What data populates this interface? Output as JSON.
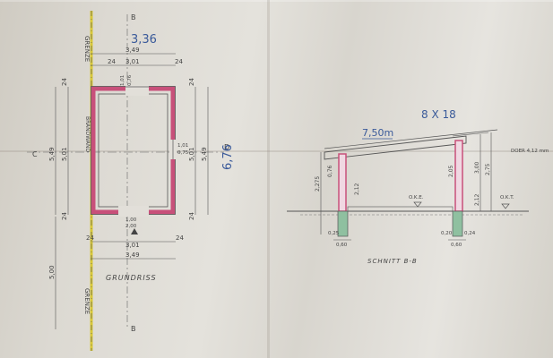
{
  "colors": {
    "ink": "#4a4a4a",
    "wall_pink": "#c8507a",
    "wall_green": "#8fc0a0",
    "border_yellow": "#d8c83a",
    "blue_pencil": "#3a5a9a"
  },
  "plan": {
    "border_label_top": "GRENZE",
    "border_label_bottom": "GRENZE",
    "section_mark_left": "B",
    "section_mark_right": "B",
    "wall_label": "BRANDWAND",
    "dims_top": {
      "total": "3,49",
      "left": "24",
      "middle": "3,01",
      "right": "24"
    },
    "dims_bottom": {
      "left": "24",
      "middle": "3,01",
      "right": "24",
      "total": "3,49"
    },
    "dims_left": {
      "total": "5,49",
      "top": "24",
      "middle": "5,01",
      "bottom": "24"
    },
    "dims_right": {
      "total": "5,49",
      "top": "24",
      "middle": "5,01",
      "bottom": "24"
    },
    "door_dims_top": [
      "1,01",
      "0,76"
    ],
    "door_dims_bottom": [
      "1,00",
      "2,00"
    ],
    "window_dims": [
      "1,01",
      "0,75"
    ],
    "cut_mark_left": "C",
    "cut_mark_right": "D",
    "offset_dim": "5,00",
    "title": "GRUNDRISS",
    "handwritten_top": "3,36",
    "handwritten_right": "6,76"
  },
  "section": {
    "title": "SCHNITT B-B",
    "handwritten_beam": "8 X 18",
    "handwritten_span": "7,50m",
    "roof_note": "DOER 4,12 mm",
    "ground_label_1": "O.K.E.",
    "ground_label_2": "O.K.T.",
    "dims_left": [
      "2,275",
      "0,76"
    ],
    "dims_mid_left": "2,12",
    "dims_mid_right": "2,05",
    "dims_right": [
      "3,00",
      "2,12"
    ],
    "dims_right_outer": "2,75",
    "foot_dims": [
      "0,25",
      "0,20",
      "0,24"
    ],
    "base_dims": [
      "0,60",
      "0,60"
    ]
  }
}
